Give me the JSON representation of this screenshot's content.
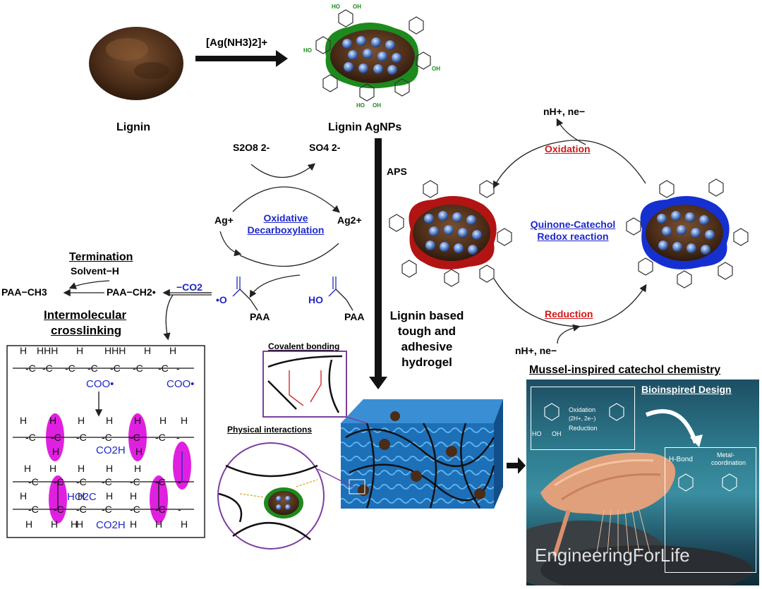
{
  "top": {
    "reagent": "[Ag(NH3)2]+",
    "lignin_label": "Lignin",
    "lignin_agnps_label": "Lignin AgNPs"
  },
  "left_cycle": {
    "s2o8": "S2O8 2-",
    "so4": "SO4 2-",
    "ag_plus": "Ag+",
    "ag_2plus": "Ag2+",
    "center_line1": "Oxidative",
    "center_line2": "Decarboxylation",
    "minus_co2": "−CO2",
    "radical_o": "•O",
    "ho": "HO",
    "paa_left": "PAA",
    "paa_right": "PAA",
    "paa_ch2": "PAA−CH2•",
    "paa_ch3": "PAA−CH3",
    "termination": "Termination",
    "solvent_h": "Solvent−H",
    "intermolecular_line1": "Intermolecular",
    "intermolecular_line2": "crosslinking"
  },
  "center": {
    "aps": "APS",
    "hydrogel_line1": "Lignin based",
    "hydrogel_line2": "tough and",
    "hydrogel_line3": "adhesive",
    "hydrogel_line4": "hydrogel",
    "covalent": "Covalent bonding",
    "physical": "Physical interactions"
  },
  "right_cycle": {
    "oxidation": "Oxidation",
    "reduction": "Reduction",
    "center_line1": "Quinone-Catechol",
    "center_line2": "Redox reaction",
    "nh_top": "nH+, ne−",
    "nh_bottom": "nH+, ne−"
  },
  "mussel": {
    "title": "Mussel-inspired catechol chemistry",
    "bioinspired": "Bioinspired Design",
    "oxidation": "Oxidation",
    "conditions": "(2H+, 2e−)",
    "reduction": "Reduction",
    "hbond": "H-Bond",
    "metal_line1": "Metal-",
    "metal_line2": "coordination",
    "ho1": "HO",
    "oh1": "OH"
  },
  "structure": {
    "coo_a": "COO•",
    "coo_b": "COO•",
    "co2h_a": "CO2H",
    "ho2c": "HO2C",
    "co2h_b": "CO2H"
  },
  "watermark": "EngineeringForLife",
  "colors": {
    "blue_text": "#1f28c8",
    "red_text": "#d01818",
    "lignin_brown": "#5a3a22",
    "green_shell": "#1d8a1d",
    "red_shell": "#b21414",
    "blue_shell": "#1530d0",
    "magenta": "#e020e0"
  }
}
